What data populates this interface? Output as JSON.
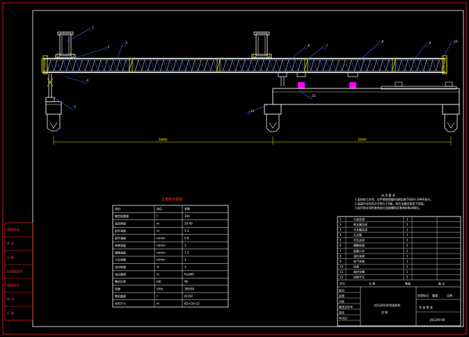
{
  "sheet": {
    "colors": {
      "background": "#000000",
      "border": "#ff2020",
      "truss": "#ffffff",
      "diagonal": "#2a5cff",
      "leader": "#3a6bff",
      "dimension": "#ffff00",
      "accent": "#ff00ff",
      "text": "#ffffff"
    }
  },
  "elevation": {
    "dimensions": [
      "28800",
      "32000"
    ],
    "balloons": [
      "1",
      "2",
      "3",
      "4",
      "5",
      "6",
      "7",
      "8",
      "9",
      "10",
      "11",
      "12"
    ]
  },
  "side_block": {
    "cells": [
      "底图总号",
      "签 字",
      "日 期",
      "旧底图总号",
      "底图总号",
      "签 字",
      "日 期"
    ]
  },
  "param_table": {
    "title": "主要技术参数",
    "headers": [
      "项目",
      "单位",
      "参数"
    ],
    "rows": [
      [
        "额定起重量",
        "t",
        "200"
      ],
      [
        "适应跨度",
        "m",
        "20-40"
      ],
      [
        "起升高度",
        "m",
        "5.5"
      ],
      [
        "起升速度",
        "m/min",
        "0.8"
      ],
      [
        "纵移速度",
        "m/min",
        "3"
      ],
      [
        "横移速度",
        "m/min",
        "1.5"
      ],
      [
        "小车纵移",
        "m/min",
        "3"
      ],
      [
        "适应坡度",
        "%",
        "3"
      ],
      [
        "适应曲线",
        "m",
        "R≥800"
      ],
      [
        "整机功率",
        "kW",
        "96"
      ],
      [
        "电源",
        "V/Hz",
        "380/50"
      ],
      [
        "整机重量",
        "t",
        "约150"
      ],
      [
        "外形尺寸",
        "m",
        "82×10×12"
      ]
    ]
  },
  "notes": {
    "title": "技 术 要 求",
    "lines": [
      "1.架桥机工作时，应严格按照操作规程(JB/T8283-1999)执行。",
      "2.架梁作业时风力不得大于6级，前后支腿应垂直于桥面。",
      "3.起吊前必须检查各部分连接螺栓及卷扬机制动情况。"
    ]
  },
  "title_block": {
    "part_rows": [
      [
        "1",
        "主梁总成",
        "1"
      ],
      [
        "2",
        "前支腿总成",
        "1"
      ],
      [
        "3",
        "中支腿总成",
        "1"
      ],
      [
        "4",
        "后支腿",
        "1"
      ],
      [
        "5",
        "天车总成",
        "2"
      ],
      [
        "6",
        "横移轨道",
        "2"
      ],
      [
        "7",
        "起重小车",
        "2"
      ],
      [
        "8",
        "液压系统",
        "1"
      ],
      [
        "9",
        "电气系统",
        "1"
      ],
      [
        "10",
        "吊具",
        "2"
      ],
      [
        "11",
        "临时支撑",
        "1"
      ],
      [
        "12",
        "运梁平车",
        "2"
      ]
    ],
    "header": [
      "序号",
      "名 称",
      "数量",
      "备 注"
    ],
    "sign_labels": [
      "标记",
      "处数",
      "分区",
      "更改文件号",
      "签名",
      "年月日"
    ],
    "product_name": "JQG200/40型架桥机",
    "drawing_label": "总 图",
    "drawing_no": "JQG200-00",
    "weight_scale": [
      "阶段标记",
      "重量",
      "比例"
    ],
    "sheet_label": "共 张  第 张"
  }
}
